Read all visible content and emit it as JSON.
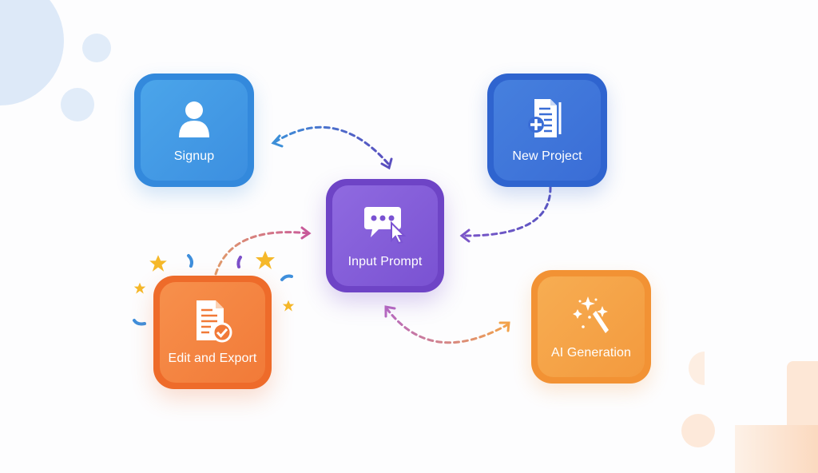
{
  "diagram": {
    "title": "",
    "nodes": [
      {
        "id": "signup",
        "label": "Signup",
        "icon": "user-icon",
        "color": "#3a8fe0"
      },
      {
        "id": "new-project",
        "label": "New Project",
        "icon": "document-plus-icon",
        "color": "#3a6fd6"
      },
      {
        "id": "input-prompt",
        "label": "Input Prompt",
        "icon": "chat-cursor-icon",
        "color": "#7e58d6"
      },
      {
        "id": "ai-generation",
        "label": "AI Generation",
        "icon": "magic-wand-icon",
        "color": "#f49a3c"
      },
      {
        "id": "edit-export",
        "label": "Edit and Export",
        "icon": "document-check-icon",
        "color": "#f27a36"
      }
    ],
    "edges": [
      {
        "from": "signup",
        "to": "input-prompt",
        "style": "dashed",
        "bidirectional": true
      },
      {
        "from": "new-project",
        "to": "input-prompt",
        "style": "dashed"
      },
      {
        "from": "input-prompt",
        "to": "ai-generation",
        "style": "dashed",
        "bidirectional": true
      },
      {
        "from": "edit-export",
        "to": "input-prompt",
        "style": "dashed"
      }
    ],
    "decorations": [
      "confetti",
      "stars"
    ]
  }
}
